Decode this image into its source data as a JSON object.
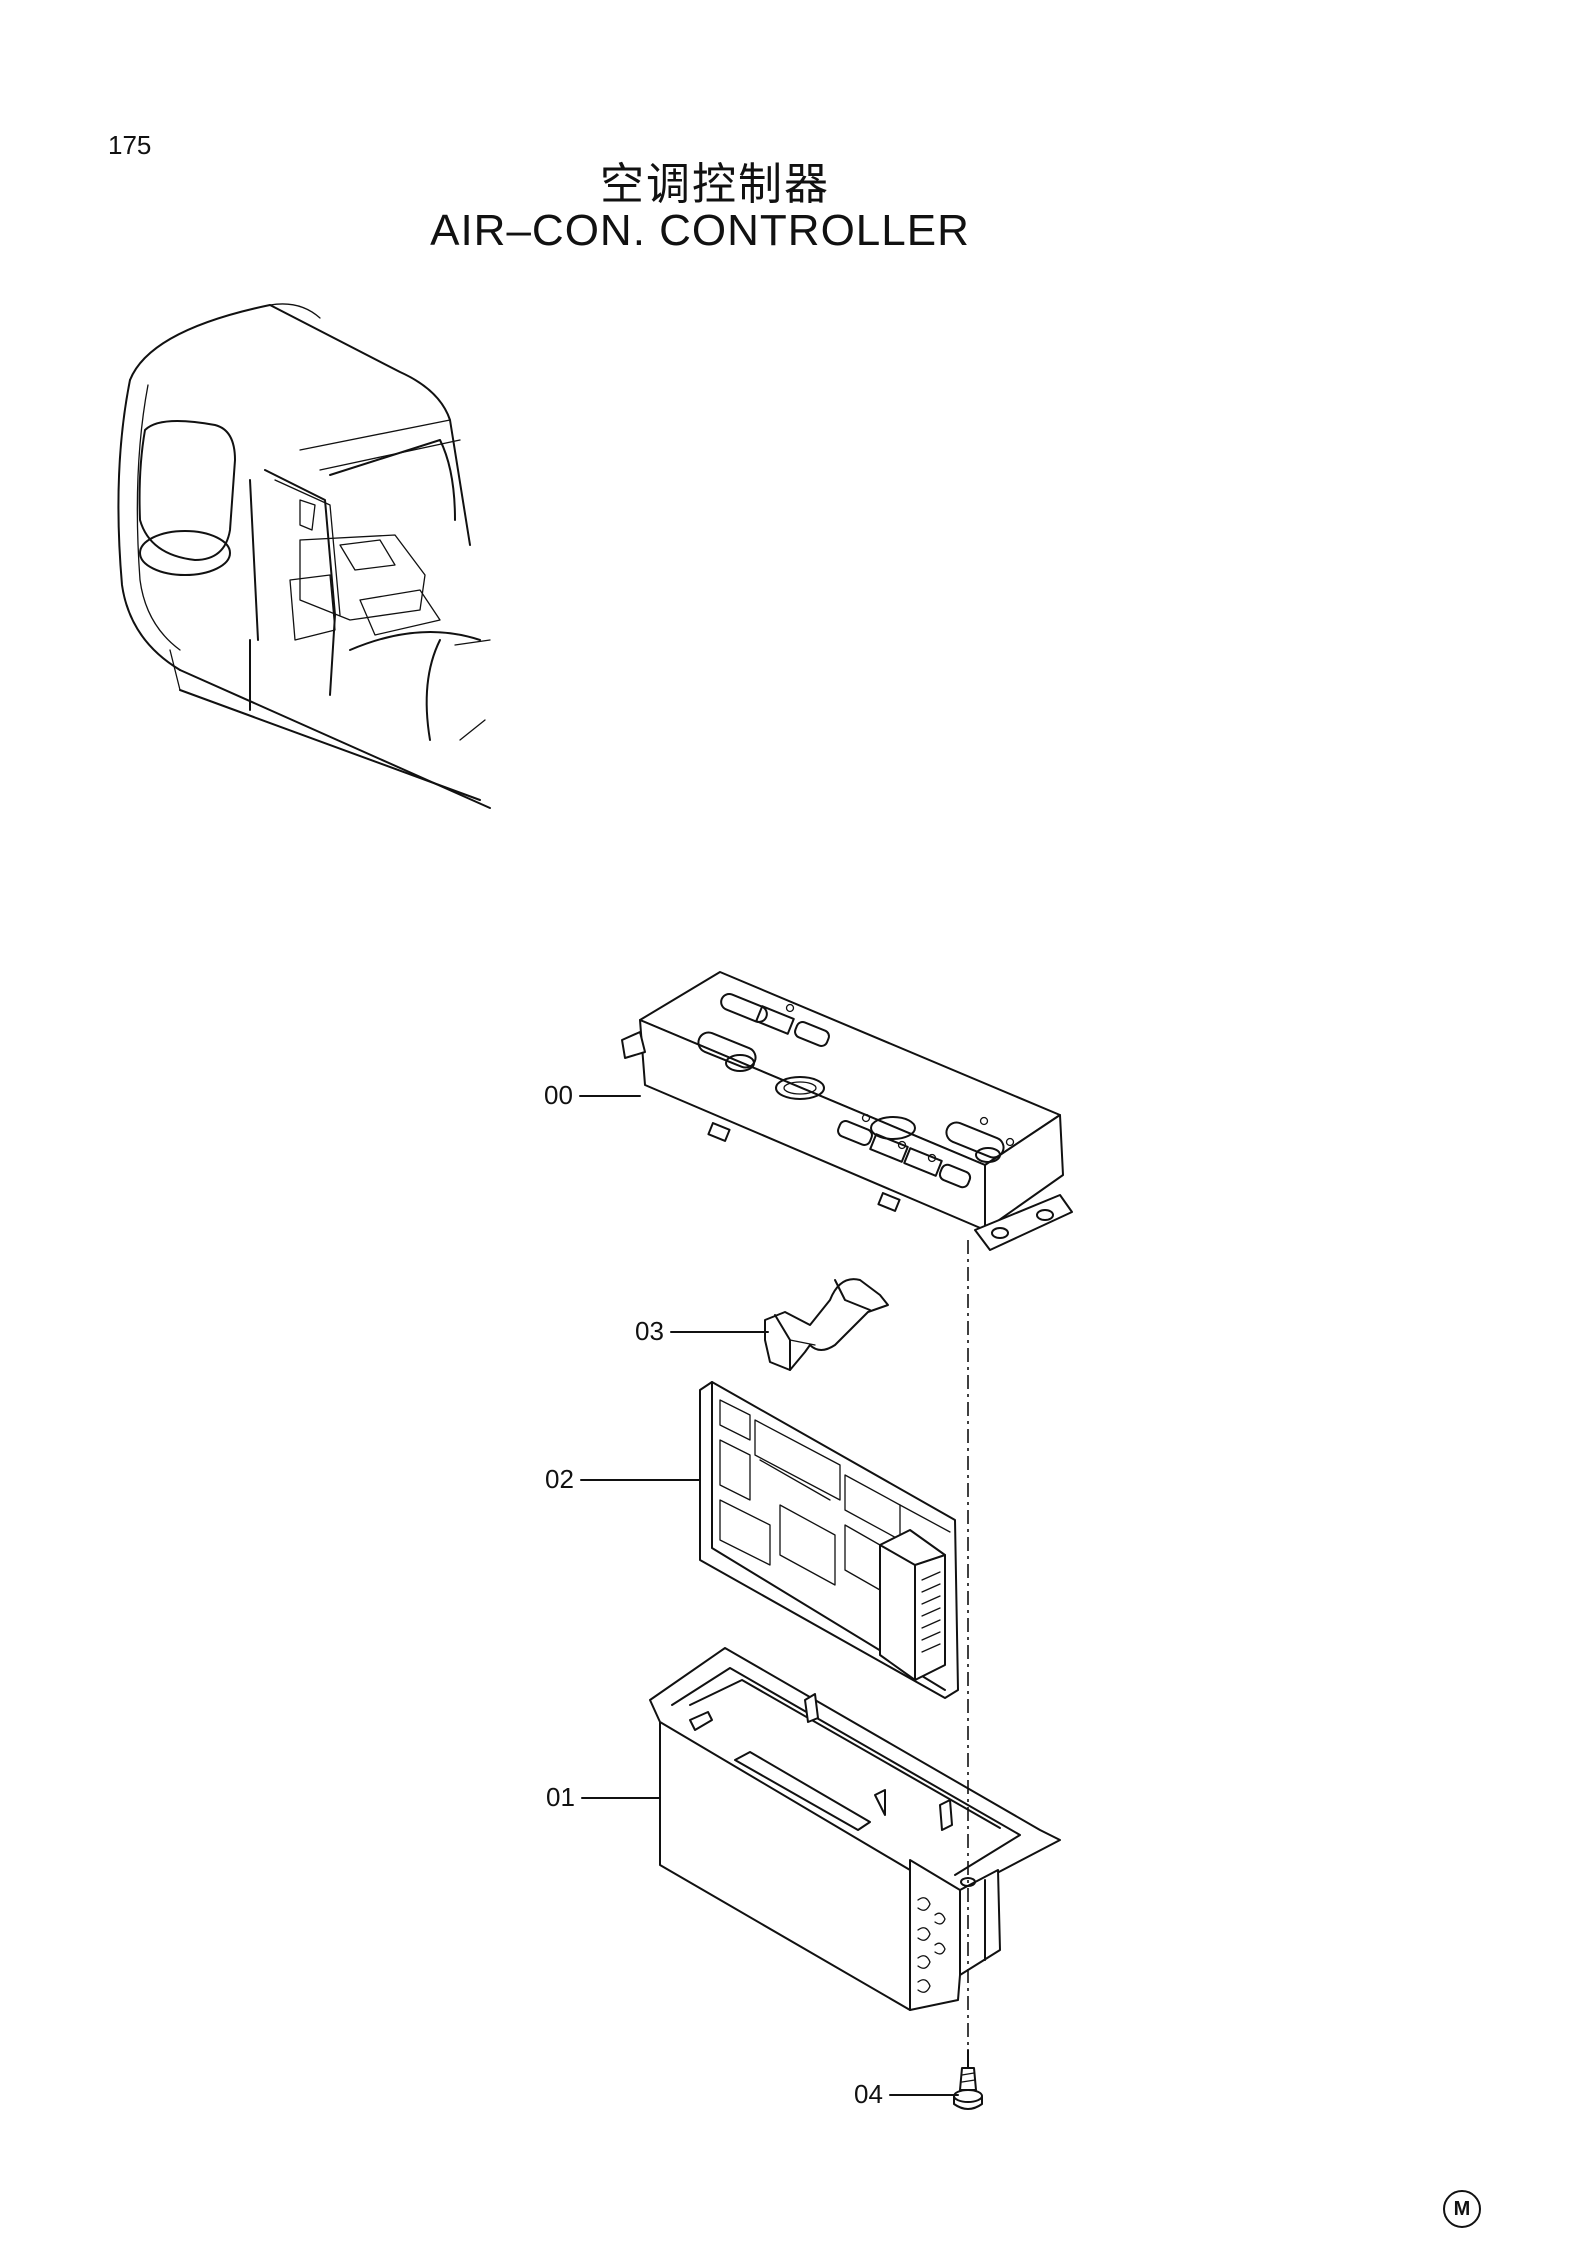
{
  "page": {
    "number": "175"
  },
  "header": {
    "title_cn": "空调控制器",
    "title_en": "AIR–CON. CONTROLLER"
  },
  "callouts": [
    {
      "id": "00"
    },
    {
      "id": "03"
    },
    {
      "id": "02"
    },
    {
      "id": "01"
    },
    {
      "id": "04"
    }
  ],
  "footer": {
    "mark": "M"
  }
}
